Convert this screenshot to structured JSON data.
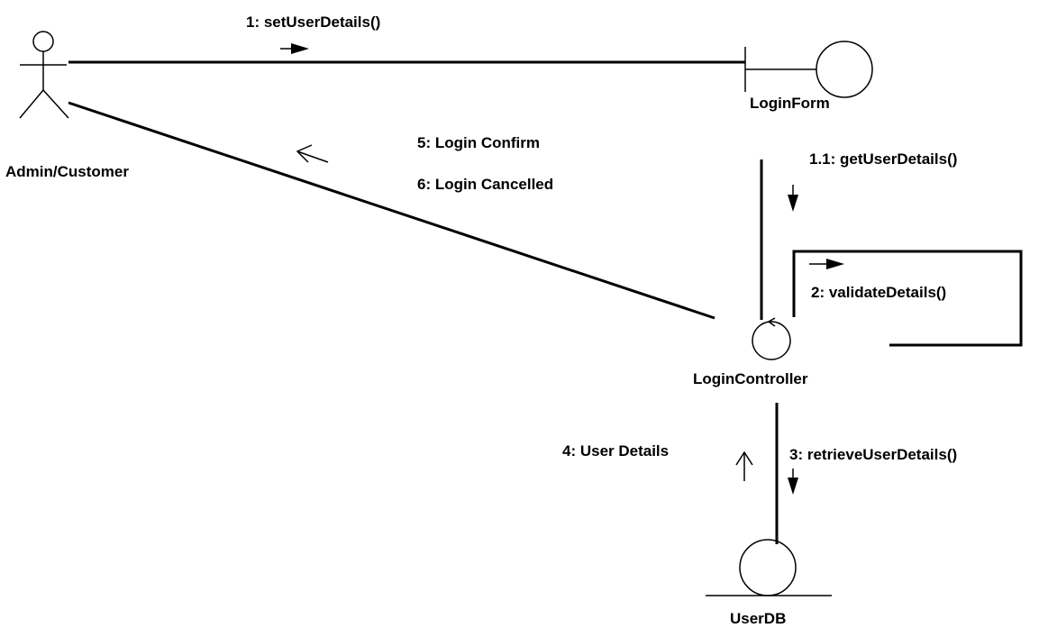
{
  "diagram": {
    "type": "uml-communication-diagram",
    "nodes": {
      "actor": {
        "label": "Admin/Customer",
        "kind": "actor"
      },
      "login_form": {
        "label": "LoginForm",
        "kind": "boundary"
      },
      "login_controller": {
        "label": "LoginController",
        "kind": "control"
      },
      "user_db": {
        "label": "UserDB",
        "kind": "entity"
      }
    },
    "messages": [
      {
        "id": "m1",
        "label": "1: setUserDetails()",
        "from": "Admin/Customer",
        "to": "LoginForm"
      },
      {
        "id": "m1_1",
        "label": "1.1: getUserDetails()",
        "from": "LoginForm",
        "to": "LoginController"
      },
      {
        "id": "m2",
        "label": "2: validateDetails()",
        "from": "LoginController",
        "to": "LoginController"
      },
      {
        "id": "m3",
        "label": "3: retrieveUserDetails()",
        "from": "LoginController",
        "to": "UserDB"
      },
      {
        "id": "m4",
        "label": "4: User Details",
        "from": "UserDB",
        "to": "LoginController"
      },
      {
        "id": "m5",
        "label": "5: Login Confirm",
        "from": "LoginController",
        "to": "Admin/Customer"
      },
      {
        "id": "m6",
        "label": "6: Login Cancelled",
        "from": "LoginController",
        "to": "Admin/Customer"
      }
    ]
  }
}
